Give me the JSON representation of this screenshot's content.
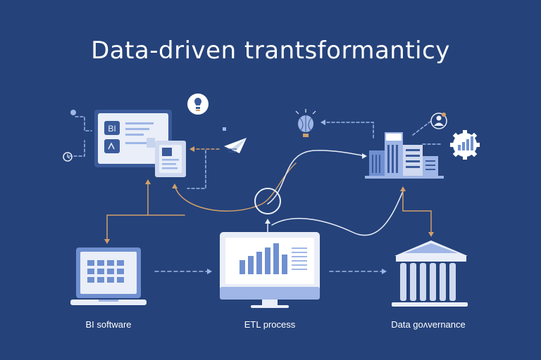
{
  "title": "Data-driven trantsformanticy",
  "labels": {
    "bi_software": "BI software",
    "etl_process": "ETL process",
    "data_governance": "Data goʌvernance"
  },
  "dashboard": {
    "badge_text": "BI"
  },
  "colors": {
    "background": "#25427a",
    "panel_light": "#e9eef8",
    "panel_mid": "#9fb6e6",
    "panel_dark": "#3a5a9a",
    "accent_orange": "#d2a06a",
    "line_light": "#cfd9ef",
    "text": "#ffffff"
  },
  "icons": [
    "lightbulb-icon",
    "paper-plane-icon",
    "hot-air-balloon-icon",
    "gear-icon",
    "bank-icon",
    "laptop-icon",
    "monitor-icon",
    "city-buildings-icon"
  ]
}
